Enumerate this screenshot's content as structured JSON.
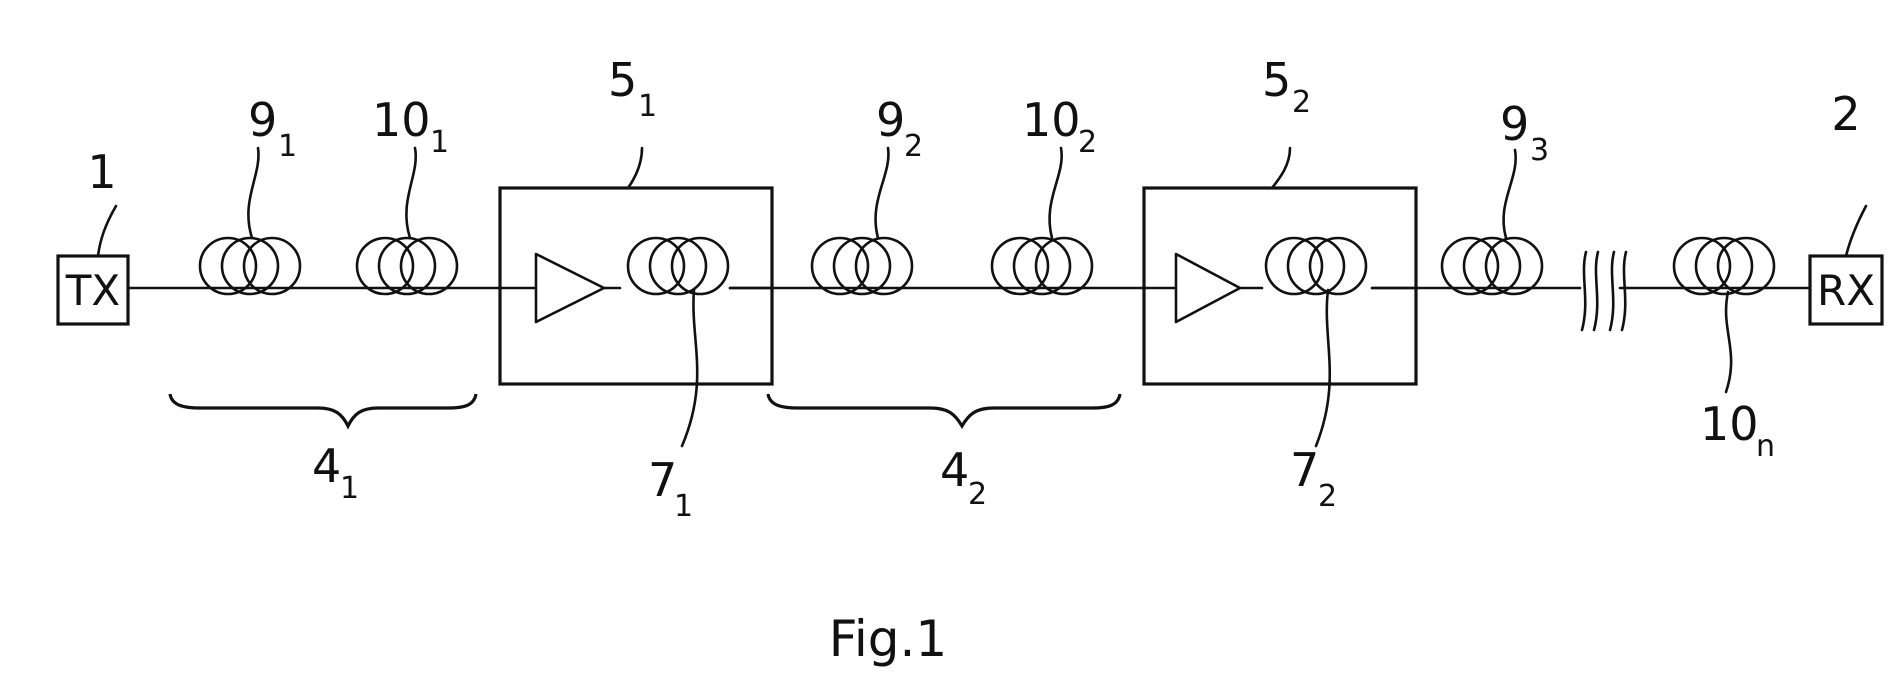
{
  "blocks": {
    "tx": "TX",
    "rx": "RX"
  },
  "labels": {
    "tx_ref": "1",
    "rx_ref": "2",
    "coil_9_1": {
      "main": "9",
      "sub": "1"
    },
    "coil_10_1": {
      "main": "10",
      "sub": "1"
    },
    "amp_5_1": {
      "main": "5",
      "sub": "1"
    },
    "coil_9_2": {
      "main": "9",
      "sub": "2"
    },
    "coil_10_2": {
      "main": "10",
      "sub": "2"
    },
    "amp_5_2": {
      "main": "5",
      "sub": "2"
    },
    "coil_9_3": {
      "main": "9",
      "sub": "3"
    },
    "span_4_1": {
      "main": "4",
      "sub": "1"
    },
    "span_4_2": {
      "main": "4",
      "sub": "2"
    },
    "coil_7_1": {
      "main": "7",
      "sub": "1"
    },
    "coil_7_2": {
      "main": "7",
      "sub": "2"
    },
    "coil_10_n": {
      "main": "10",
      "sub": "n"
    }
  },
  "caption": "Fig.1"
}
